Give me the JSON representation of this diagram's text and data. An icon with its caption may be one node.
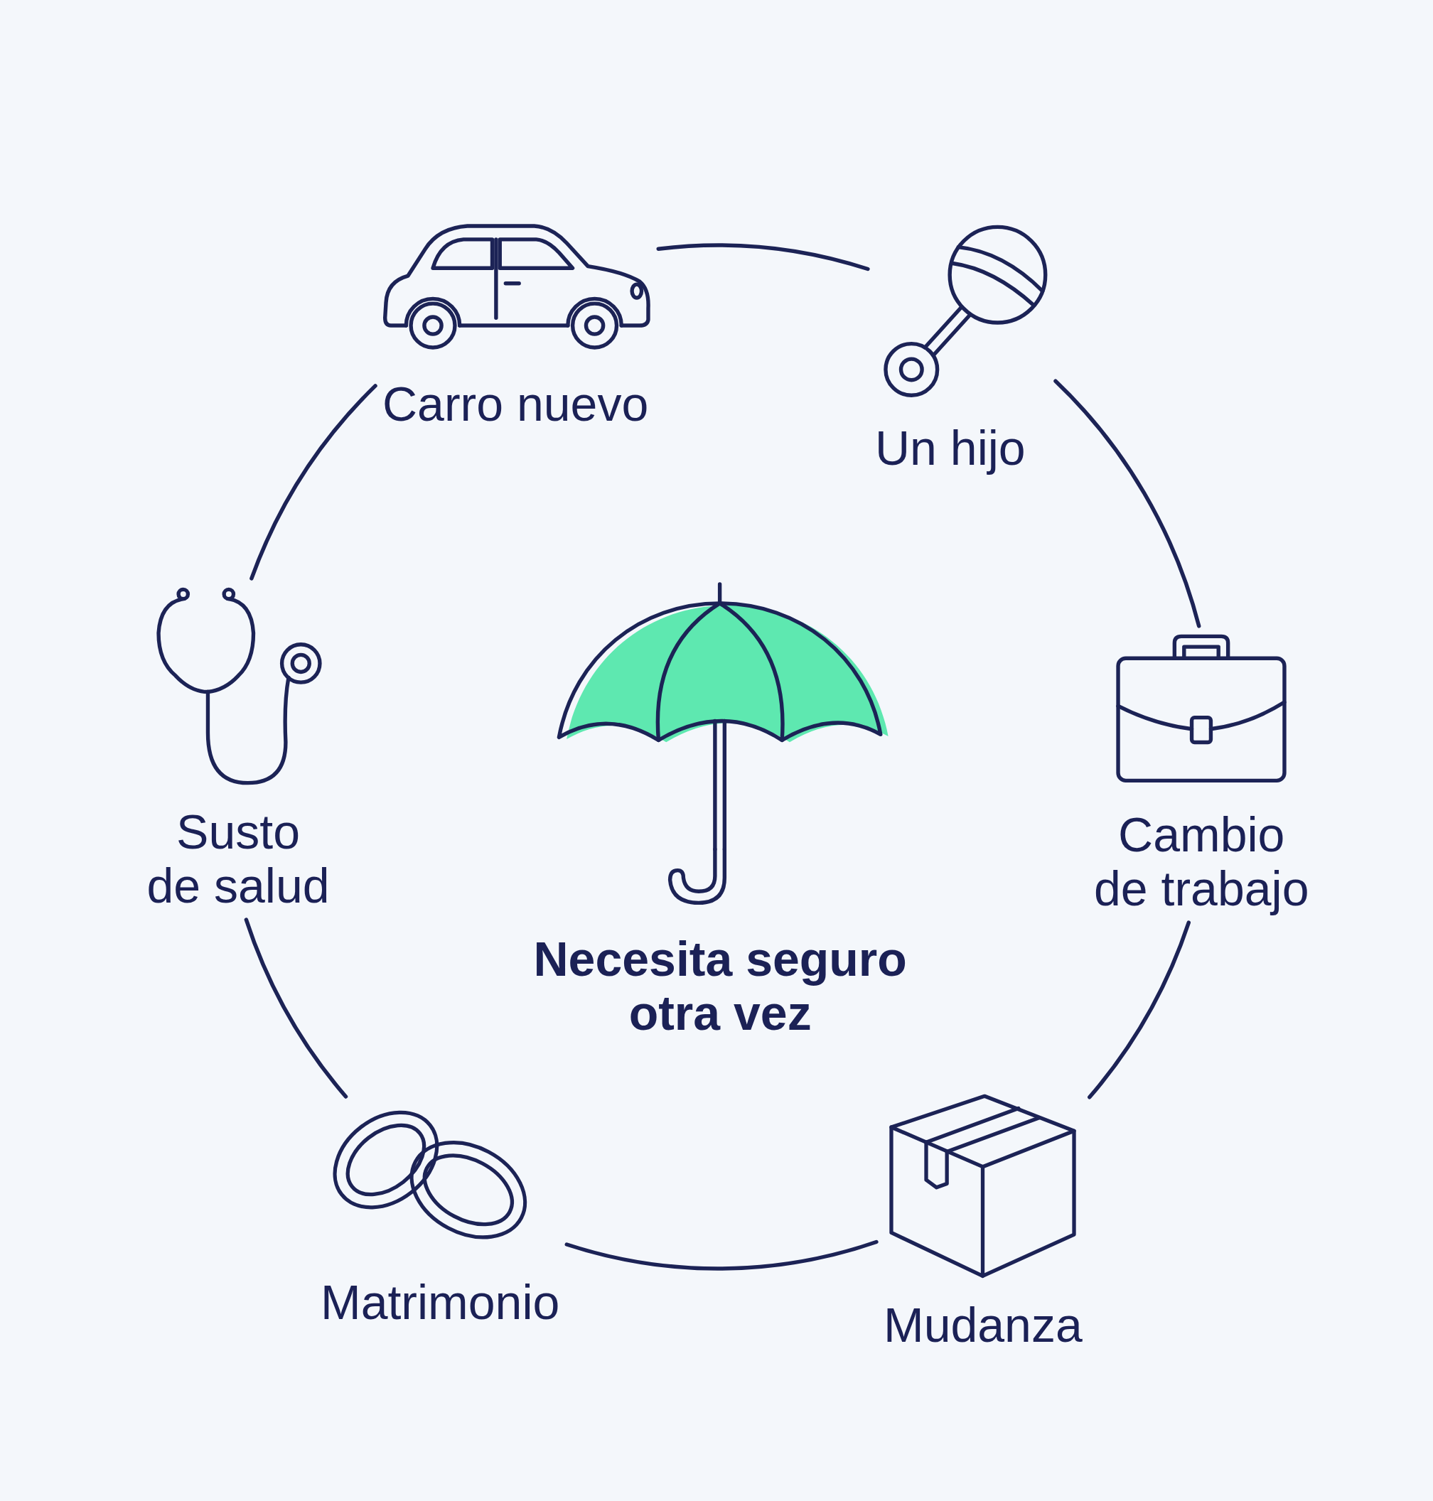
{
  "diagram": {
    "nodes": [
      {
        "text": [
          "Carro nuevo"
        ]
      },
      {
        "text": [
          "Un hijo"
        ]
      },
      {
        "text": [
          "Cambio de trabajo"
        ]
      },
      {
        "text": [
          "Mudanza"
        ]
      },
      {
        "text": [
          "Matrimonio"
        ]
      },
      {
        "text": [
          "Susto de salud"
        ]
      },
      {
        "text": [
          "Necesita seguro otra vez"
        ]
      }
    ],
    "edges": [
      {
        "from": 0,
        "to": 1,
        "arrow": "none"
      },
      {
        "from": 1,
        "to": 2,
        "arrow": "none"
      },
      {
        "from": 2,
        "to": 3,
        "arrow": "none"
      },
      {
        "from": 3,
        "to": 4,
        "arrow": "none"
      },
      {
        "from": 4,
        "to": 5,
        "arrow": "none"
      },
      {
        "from": 5,
        "to": 0,
        "arrow": "none"
      }
    ]
  }
}
